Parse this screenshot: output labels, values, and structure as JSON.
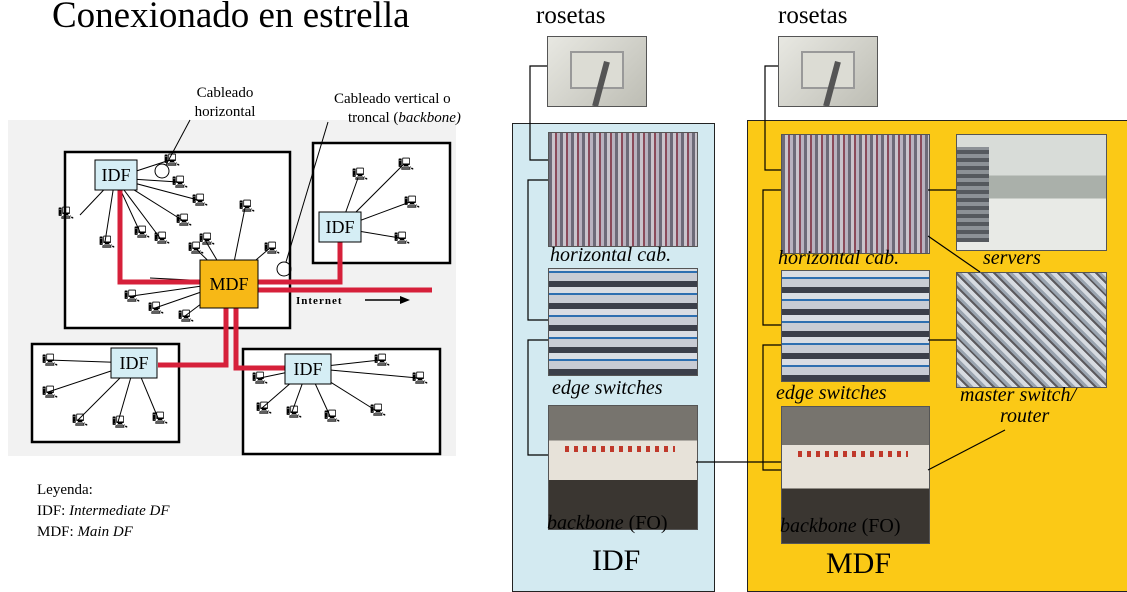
{
  "title": "Conexionado en estrella",
  "network": {
    "horizontal_label_1": "Cableado",
    "horizontal_label_2": "horizontal",
    "vertical_label_1": "Cableado vertical o",
    "vertical_label_2": "troncal (",
    "vertical_label_3": "backbone)",
    "node_idf": "IDF",
    "node_mdf": "MDF",
    "internet": "Internet"
  },
  "legend": {
    "heading": "Leyenda:",
    "idf_key": "IDF: ",
    "idf_value": "Intermediate DF",
    "mdf_key": "MDF: ",
    "mdf_value": "Main DF"
  },
  "idf_panel": {
    "rosetas": "rosetas",
    "horizontal": "horizontal cab.",
    "edge": "edge switches",
    "backbone_1": "backbone",
    "backbone_2": " (FO)",
    "name": "IDF",
    "color": "#d3eaf1"
  },
  "mdf_panel": {
    "rosetas": "rosetas",
    "horizontal": "horizontal cab.",
    "edge": "edge switches",
    "backbone_1": "backbone",
    "backbone_2": " (FO)",
    "servers": "servers",
    "master_1": "master switch/",
    "master_2": "router",
    "name": "MDF",
    "color": "#fbc916"
  },
  "colors": {
    "backbone_line": "#d6203a",
    "node_fill": "#d5eef5",
    "mdf_fill": "#f7b816"
  }
}
